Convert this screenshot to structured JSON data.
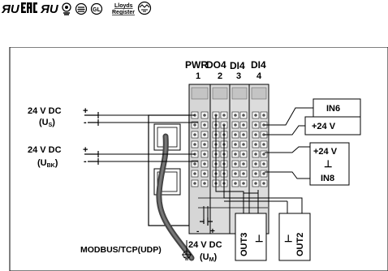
{
  "certifications": {
    "marks": [
      "UL-recognized-mark",
      "EAC-mark",
      "UL-recognized-mark-2",
      "ATEX-mark",
      "DNV-mark",
      "GL-mark",
      "lloyds-register-mark",
      "ABS-mark"
    ],
    "gl_text": "GL",
    "lloyds_line1": "Lloyds",
    "lloyds_line2": "Register"
  },
  "modules": {
    "pwr": "PWR",
    "do4": "DO4",
    "di4a": "DI4",
    "di4b": "DI4",
    "n1": "1",
    "n2": "2",
    "n3": "3",
    "n4": "4"
  },
  "supply": {
    "us_voltage": "24 V DC",
    "us_label": "(U",
    "us_sub": "S",
    "ubk_voltage": "24 V DC",
    "ubk_label": "(U",
    "ubk_sub": "BK",
    "um_voltage": "24 V DC",
    "um_label": "(U",
    "um_sub": "M",
    "plus": "+",
    "minus": "-"
  },
  "io": {
    "in6": "IN6",
    "in6_supply": "+24 V",
    "in8_supply": "+24 V",
    "in8_gnd": "⊥",
    "in8": "IN8",
    "out3": "OUT3",
    "out3_gnd": "⊥",
    "out2": "OUT2",
    "out2_gnd": "⊥"
  },
  "bus": {
    "label": "MODBUS/TCP(UDP)"
  }
}
